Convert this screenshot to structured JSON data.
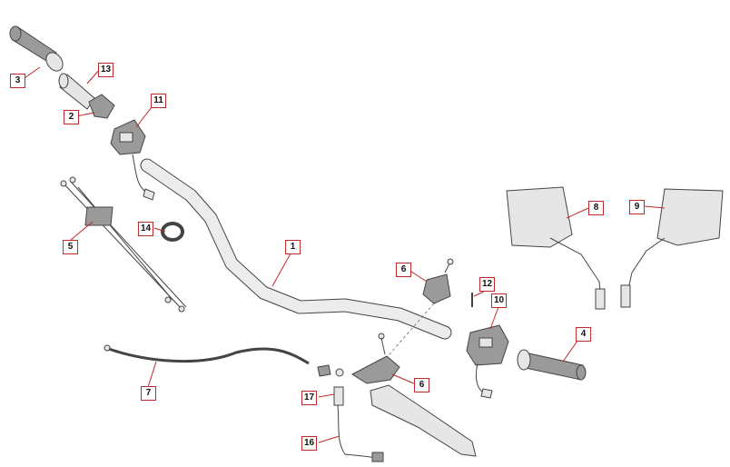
{
  "callouts": [
    {
      "id": "c1",
      "label": "1"
    },
    {
      "id": "c2",
      "label": "2"
    },
    {
      "id": "c3",
      "label": "3"
    },
    {
      "id": "c4",
      "label": "4"
    },
    {
      "id": "c5",
      "label": "5"
    },
    {
      "id": "c6a",
      "label": "6"
    },
    {
      "id": "c6b",
      "label": "6"
    },
    {
      "id": "c7",
      "label": "7"
    },
    {
      "id": "c8",
      "label": "8"
    },
    {
      "id": "c9",
      "label": "9"
    },
    {
      "id": "c10",
      "label": "10"
    },
    {
      "id": "c11",
      "label": "11"
    },
    {
      "id": "c12",
      "label": "12"
    },
    {
      "id": "c13",
      "label": "13"
    },
    {
      "id": "c14",
      "label": "14"
    },
    {
      "id": "c16",
      "label": "16"
    },
    {
      "id": "c17",
      "label": "17"
    }
  ]
}
